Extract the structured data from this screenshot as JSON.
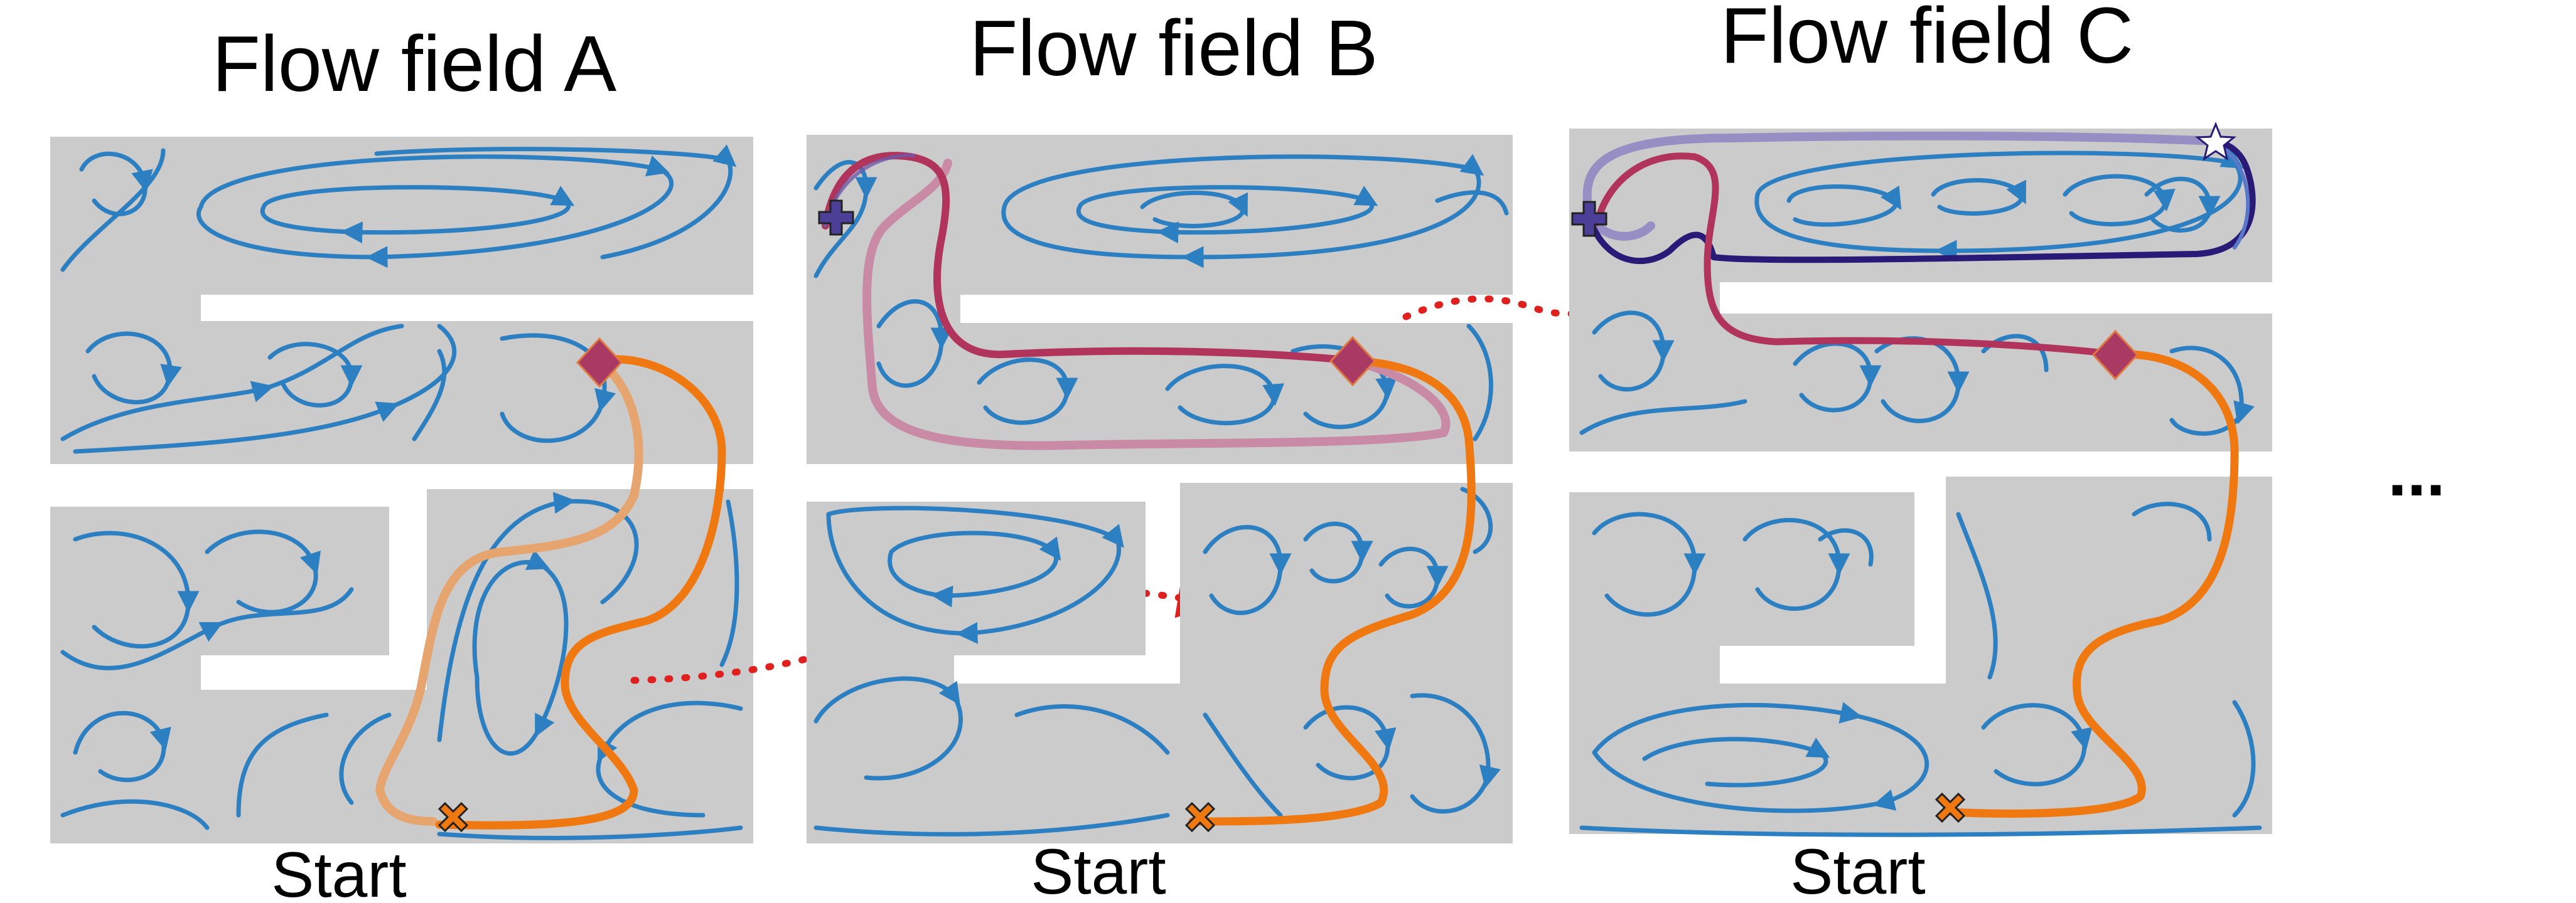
{
  "panels": [
    {
      "title": "Flow field A",
      "start_label": "Start"
    },
    {
      "title": "Flow field B",
      "start_label": "Start"
    },
    {
      "title": "Flow field C",
      "start_label": "Start"
    }
  ],
  "ellipsis": "...",
  "colors": {
    "maze": "#cbcbcb",
    "streamline": "#2c7fc1",
    "orange_path": "#f07810",
    "faded_orange_path": "#e6a46e",
    "red_path": "#b0345c",
    "faded_red_path": "#c98aa6",
    "purple_path": "#4b3f98",
    "dark_purple_path": "#2a1a78",
    "transfer_arrow": "#e0201e",
    "start_marker": "#f07810",
    "waypoint_marker": "#a83a64",
    "subgoal_marker": "#4b3f98",
    "goal_marker": "#ffffff"
  },
  "markers": {
    "start": "x-cross",
    "waypoint": "diamond",
    "subgoal": "plus-cross",
    "goal": "star"
  }
}
